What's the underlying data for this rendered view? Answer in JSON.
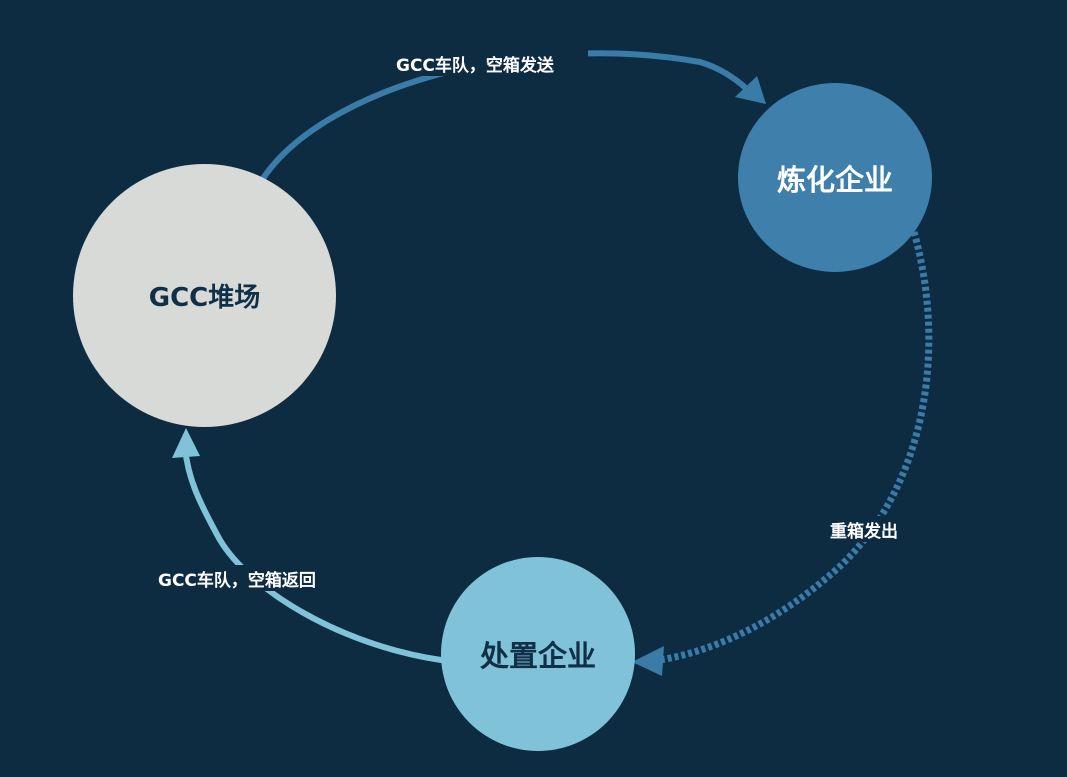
{
  "colors": {
    "background": "#0d2c42",
    "gcc_yard": "#d7dad6",
    "refinery": "#3f7fab",
    "disposal": "#80c2d8",
    "arrow_dark": "#3a7ba8",
    "arrow_light": "#80c2d8"
  },
  "nodes": {
    "gcc_yard": {
      "label": "GCC堆场"
    },
    "refinery": {
      "label": "炼化企业"
    },
    "disposal": {
      "label": "处置企业"
    }
  },
  "edges": {
    "top": {
      "label": "GCC车队，空箱发送",
      "style": "solid"
    },
    "right": {
      "label": "重箱发出",
      "style": "dashed"
    },
    "left": {
      "label": "GCC车队，空箱返回",
      "style": "solid"
    }
  }
}
